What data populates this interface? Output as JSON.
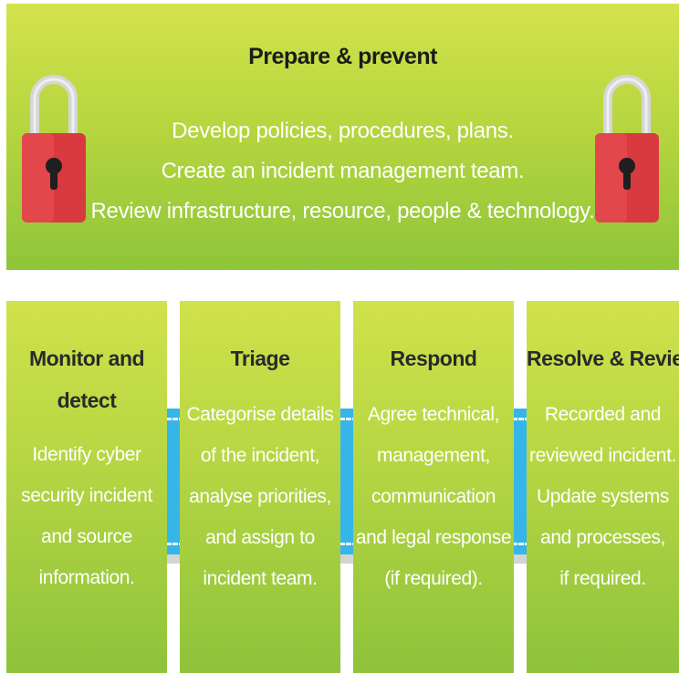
{
  "banner": {
    "title": "Prepare & prevent",
    "lines": [
      "Develop policies, procedures, plans.",
      "Create an incident management team.",
      "Review infrastructure, resource, people & technology."
    ]
  },
  "icons": {
    "left": "padlock-icon",
    "right": "padlock-icon"
  },
  "colors": {
    "banner": "#b7d63f",
    "step": "#b8d743",
    "connector": "#36b5e8",
    "lock_body": "#d93a3f",
    "lock_shackle": "#dcdcdc"
  },
  "steps": [
    {
      "title_lines": [
        "Monitor and",
        "detect"
      ],
      "body_lines": [
        "Identify cyber",
        "security incident",
        "and source",
        "information."
      ]
    },
    {
      "title_lines": [
        "Triage"
      ],
      "body_lines": [
        "Categorise details",
        "of the incident,",
        "analyse priorities,",
        "and assign to",
        "incident team."
      ]
    },
    {
      "title_lines": [
        "Respond"
      ],
      "body_lines": [
        "Agree technical,",
        "management,",
        "communication",
        "and legal response",
        "(if required)."
      ]
    },
    {
      "title_lines": [
        "Resolve & Review"
      ],
      "body_lines": [
        "Recorded and",
        "reviewed incident.",
        "Update systems",
        "and processes,",
        "if required."
      ]
    }
  ]
}
